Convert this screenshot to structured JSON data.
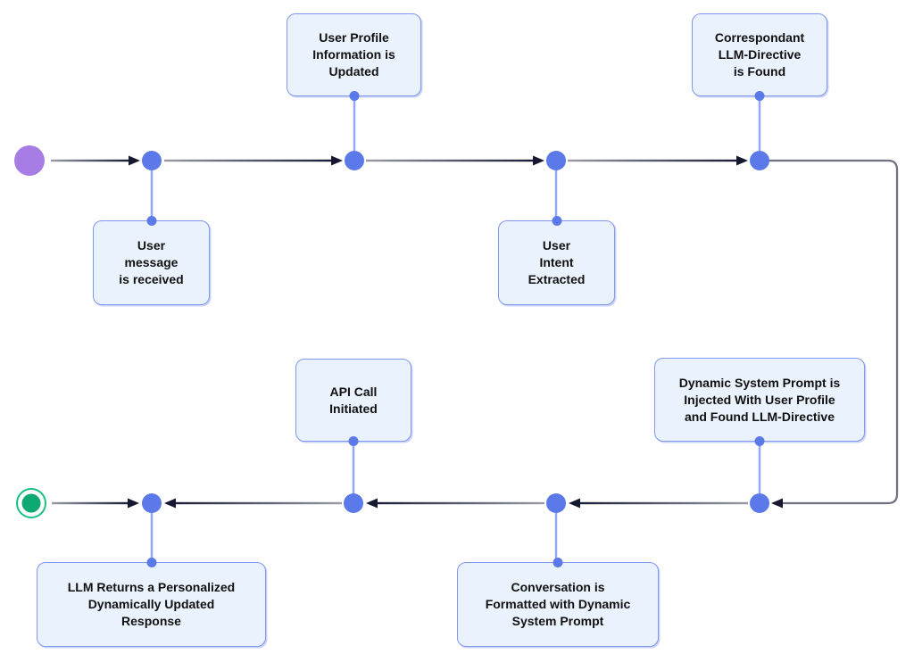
{
  "flow": {
    "type": "timeline",
    "start_marker": "start",
    "end_marker": "end",
    "steps": [
      {
        "id": 1,
        "label": "User\nmessage\nis received",
        "label_position": "below"
      },
      {
        "id": 2,
        "label": "User Profile\nInformation is\nUpdated",
        "label_position": "above"
      },
      {
        "id": 3,
        "label": "User\nIntent\nExtracted",
        "label_position": "below"
      },
      {
        "id": 4,
        "label": "Correspondant\nLLM-Directive\nis Found",
        "label_position": "above"
      },
      {
        "id": 5,
        "label": "Dynamic System Prompt is\nInjected With User Profile\nand Found LLM-Directive",
        "label_position": "above"
      },
      {
        "id": 6,
        "label": "Conversation is\nFormatted with Dynamic\nSystem Prompt",
        "label_position": "below"
      },
      {
        "id": 7,
        "label": "API Call\nInitiated",
        "label_position": "above"
      },
      {
        "id": 8,
        "label": "LLM Returns a Personalized\nDynamically Updated\nResponse",
        "label_position": "below"
      }
    ]
  },
  "colors": {
    "background": "#FFFFFF",
    "milestone_dot": "#5B79E8",
    "stem_line": "#92A8F2",
    "box_fill": "#EAF2FD",
    "box_border": "#8098EF",
    "edge_gray": "#9A9BA7",
    "edge_dark": "#1A1C36",
    "start_circle": "#A77CE5",
    "end_circle_inner": "#0EA873",
    "end_circle_ring": "#19C07F",
    "label_text": "#111111"
  }
}
